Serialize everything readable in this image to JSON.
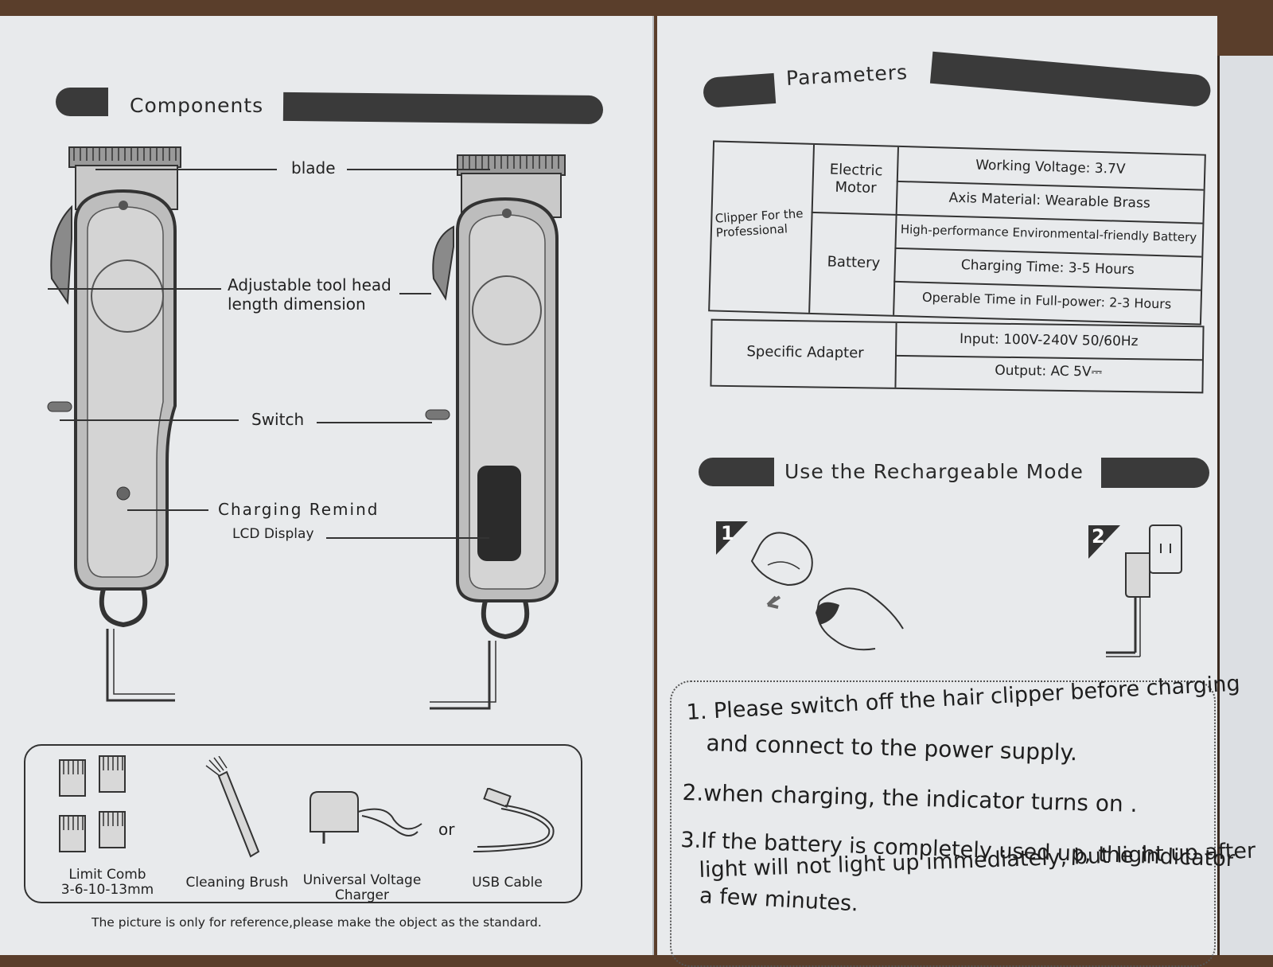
{
  "left_page": {
    "section_title": "Components",
    "labels": {
      "blade": "blade",
      "head_line1": "Adjustable tool head",
      "head_line2": "length dimension",
      "switch": "Switch",
      "charging": "Charging Remind",
      "lcd": "LCD Display"
    },
    "accessories": {
      "comb_line1": "Limit Comb",
      "comb_line2": "3-6-10-13mm",
      "brush": "Cleaning Brush",
      "charger_line1": "Universal Voltage",
      "charger_line2": "Charger",
      "or": "or",
      "usb": "USB Cable"
    },
    "footnote": "The picture is only for reference,please make the object as the standard."
  },
  "right_page": {
    "params_title": "Parameters",
    "table": {
      "product": "Clipper For the Professional",
      "motor": "Electric Motor",
      "battery": "Battery",
      "rows": [
        "Working Voltage: 3.7V",
        "Axis Material: Wearable Brass",
        "High-performance Environmental-friendly Battery",
        "Charging Time: 3-5 Hours",
        "Operable Time in Full-power: 2-3 Hours"
      ],
      "adapter": "Specific Adapter",
      "adapter_rows": [
        "Input: 100V-240V 50/60Hz",
        "Output: AC 5V⎓"
      ]
    },
    "mode_title": "Use the Rechargeable Mode",
    "step_badges": [
      "1",
      "2"
    ],
    "steps": {
      "s1_line1": "1. Please switch off the hair clipper before charging",
      "s1_line2": "and connect to the power supply.",
      "s2": "2.when charging, the  indicator turns on .",
      "s3_line1": "3.If the battery is completely used up,  the indicator",
      "s3_line2": "light will not light up immediately, but light up after",
      "s3_line3": "a few minutes."
    }
  }
}
